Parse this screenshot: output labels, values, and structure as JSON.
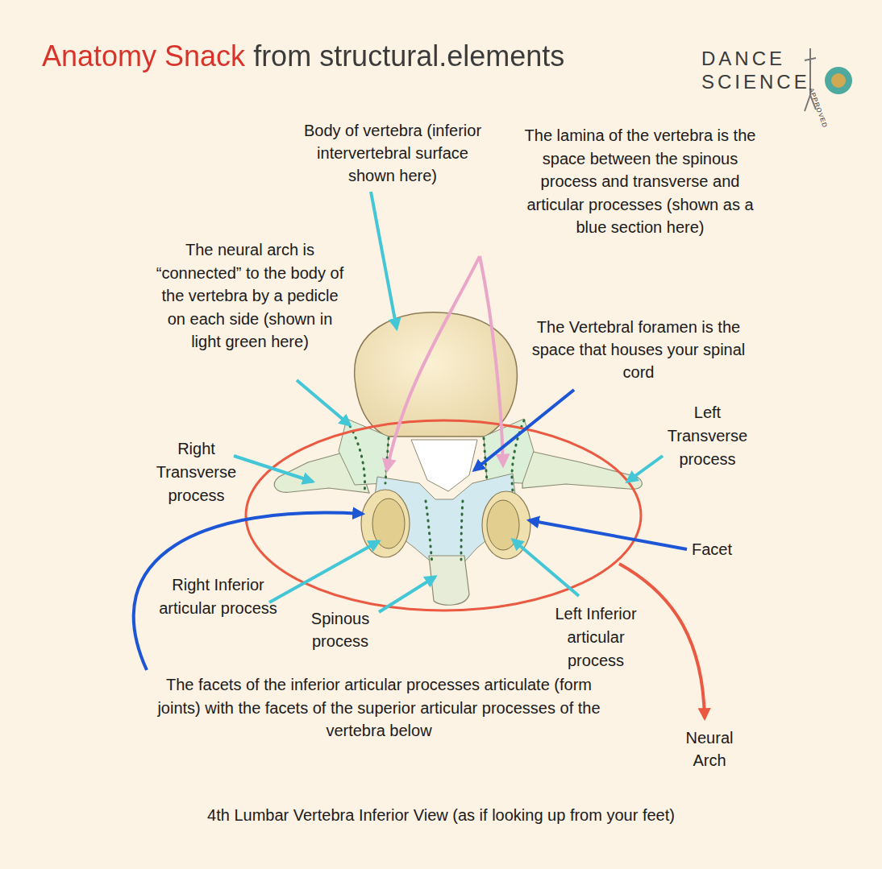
{
  "diagram": {
    "title": "Anatomy Snack from structural.elements",
    "caption": "4th Lumbar Vertebra Inferior View (as if looking up from your feet)",
    "labels": [
      "Body of vertebra (inferior intervertebral surface shown here)",
      "The lamina of the vertebra is the space between the spinous process and transverse and articular processes (shown as a blue section here)",
      "The neural arch is “connected” to the body of the vertebra by a pedicle on each side (shown in light green here)",
      "The Vertebral foramen is the space that houses your spinal cord",
      "Left Transverse process",
      "Right Transverse process",
      "Facet",
      "Right Inferior articular process",
      "Spinous process",
      "Left Inferior articular process",
      "The facets of the inferior articular processes articulate (form joints) with the facets of the superior articular processes of the vertebra below",
      "Neural Arch",
      "DANCE SCIENCE",
      "APPROVED"
    ]
  }
}
